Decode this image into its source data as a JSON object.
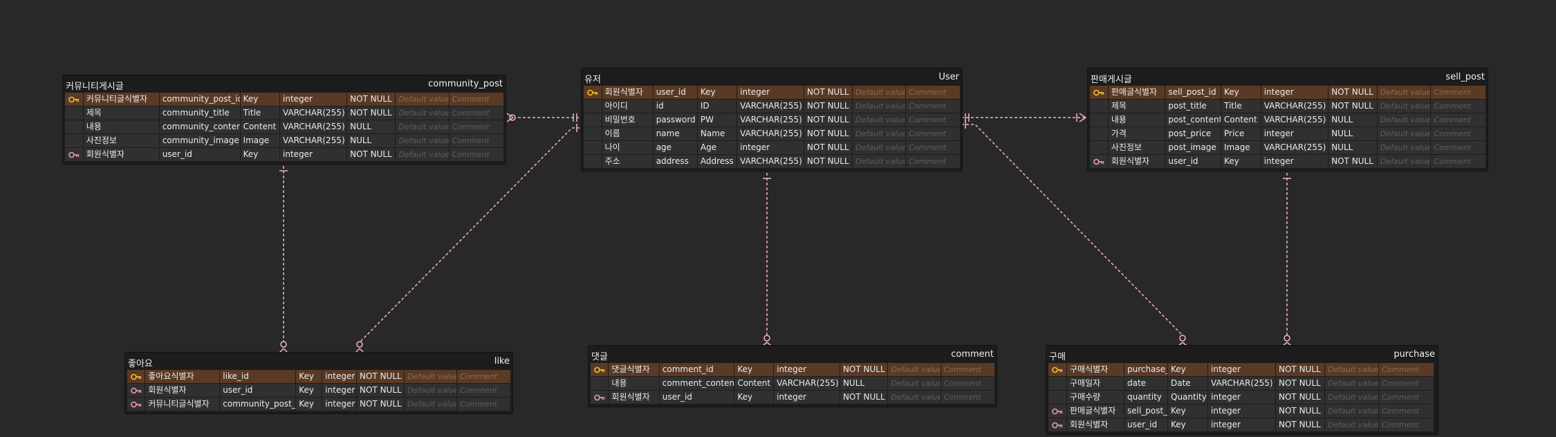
{
  "colors": {
    "background": "#282828",
    "table": "#1c1c1c",
    "row": "#303030",
    "pk_row": "#5a3a24",
    "pk_key": "#f1c232",
    "fk_key": "#e8a1ad",
    "relationship": "#f4b6c2"
  },
  "placeholders": {
    "default": "Default value",
    "comment": "Comment"
  },
  "tables": {
    "community_post": {
      "logical": "커뮤니티게시글",
      "physical": "community_post",
      "rows": [
        {
          "key": "pk",
          "logical": "커뮤니티글식별자",
          "physical": "community_post_id",
          "domain": "Key",
          "type": "integer",
          "nullable": "NOT NULL"
        },
        {
          "key": "",
          "logical": "제목",
          "physical": "community_title",
          "domain": "Title",
          "type": "VARCHAR(255)",
          "nullable": "NOT NULL"
        },
        {
          "key": "",
          "logical": "내용",
          "physical": "community_content",
          "domain": "Content",
          "type": "VARCHAR(255)",
          "nullable": "NULL"
        },
        {
          "key": "",
          "logical": "사진정보",
          "physical": "community_image",
          "domain": "Image",
          "type": "VARCHAR(255)",
          "nullable": "NULL"
        },
        {
          "key": "fk",
          "logical": "회원식별자",
          "physical": "user_id",
          "domain": "Key",
          "type": "integer",
          "nullable": "NOT NULL"
        }
      ]
    },
    "user": {
      "logical": "유저",
      "physical": "User",
      "rows": [
        {
          "key": "pk",
          "logical": "회원식별자",
          "physical": "user_id",
          "domain": "Key",
          "type": "integer",
          "nullable": "NOT NULL"
        },
        {
          "key": "",
          "logical": "아이디",
          "physical": "id",
          "domain": "ID",
          "type": "VARCHAR(255)",
          "nullable": "NOT NULL"
        },
        {
          "key": "",
          "logical": "비밀번호",
          "physical": "password",
          "domain": "PW",
          "type": "VARCHAR(255)",
          "nullable": "NOT NULL"
        },
        {
          "key": "",
          "logical": "이름",
          "physical": "name",
          "domain": "Name",
          "type": "VARCHAR(255)",
          "nullable": "NOT NULL"
        },
        {
          "key": "",
          "logical": "나이",
          "physical": "age",
          "domain": "Age",
          "type": "integer",
          "nullable": "NOT NULL"
        },
        {
          "key": "",
          "logical": "주소",
          "physical": "address",
          "domain": "Address",
          "type": "VARCHAR(255)",
          "nullable": "NOT NULL"
        }
      ]
    },
    "sell_post": {
      "logical": "판매게시글",
      "physical": "sell_post",
      "rows": [
        {
          "key": "pk",
          "logical": "판매글식별자",
          "physical": "sell_post_id",
          "domain": "Key",
          "type": "integer",
          "nullable": "NOT NULL"
        },
        {
          "key": "",
          "logical": "제목",
          "physical": "post_title",
          "domain": "Title",
          "type": "VARCHAR(255)",
          "nullable": "NOT NULL"
        },
        {
          "key": "",
          "logical": "내용",
          "physical": "post_content",
          "domain": "Content",
          "type": "VARCHAR(255)",
          "nullable": "NULL"
        },
        {
          "key": "",
          "logical": "가격",
          "physical": "post_price",
          "domain": "Price",
          "type": "integer",
          "nullable": "NULL"
        },
        {
          "key": "",
          "logical": "사진정보",
          "physical": "post_image",
          "domain": "Image",
          "type": "VARCHAR(255)",
          "nullable": "NULL"
        },
        {
          "key": "fk",
          "logical": "회원식별자",
          "physical": "user_id",
          "domain": "Key",
          "type": "integer",
          "nullable": "NOT NULL"
        }
      ]
    },
    "like": {
      "logical": "좋아요",
      "physical": "like",
      "rows": [
        {
          "key": "pk",
          "logical": "좋아요식별자",
          "physical": "like_id",
          "domain": "Key",
          "type": "integer",
          "nullable": "NOT NULL"
        },
        {
          "key": "fk",
          "logical": "회원식별자",
          "physical": "user_id",
          "domain": "Key",
          "type": "integer",
          "nullable": "NOT NULL"
        },
        {
          "key": "fk",
          "logical": "커뮤니티글식별자",
          "physical": "community_post_id",
          "domain": "Key",
          "type": "integer",
          "nullable": "NOT NULL"
        }
      ]
    },
    "comment": {
      "logical": "댓글",
      "physical": "comment",
      "rows": [
        {
          "key": "pk",
          "logical": "댓글식별자",
          "physical": "comment_id",
          "domain": "Key",
          "type": "integer",
          "nullable": "NOT NULL"
        },
        {
          "key": "",
          "logical": "내용",
          "physical": "comment_content",
          "domain": "Content",
          "type": "VARCHAR(255)",
          "nullable": "NULL"
        },
        {
          "key": "fk",
          "logical": "회원식별자",
          "physical": "user_id",
          "domain": "Key",
          "type": "integer",
          "nullable": "NOT NULL"
        }
      ]
    },
    "purchase": {
      "logical": "구매",
      "physical": "purchase",
      "rows": [
        {
          "key": "pk",
          "logical": "구매식별자",
          "physical": "purchase_id",
          "domain": "Key",
          "type": "integer",
          "nullable": "NOT NULL"
        },
        {
          "key": "",
          "logical": "구매일자",
          "physical": "date",
          "domain": "Date",
          "type": "VARCHAR(255)",
          "nullable": "NOT NULL"
        },
        {
          "key": "",
          "logical": "구매수량",
          "physical": "quantity",
          "domain": "Quantity",
          "type": "integer",
          "nullable": "NOT NULL"
        },
        {
          "key": "fk",
          "logical": "판매글식별자",
          "physical": "sell_post_id",
          "domain": "Key",
          "type": "integer",
          "nullable": "NOT NULL"
        },
        {
          "key": "fk",
          "logical": "회원식별자",
          "physical": "user_id",
          "domain": "Key",
          "type": "integer",
          "nullable": "NOT NULL"
        }
      ]
    }
  }
}
